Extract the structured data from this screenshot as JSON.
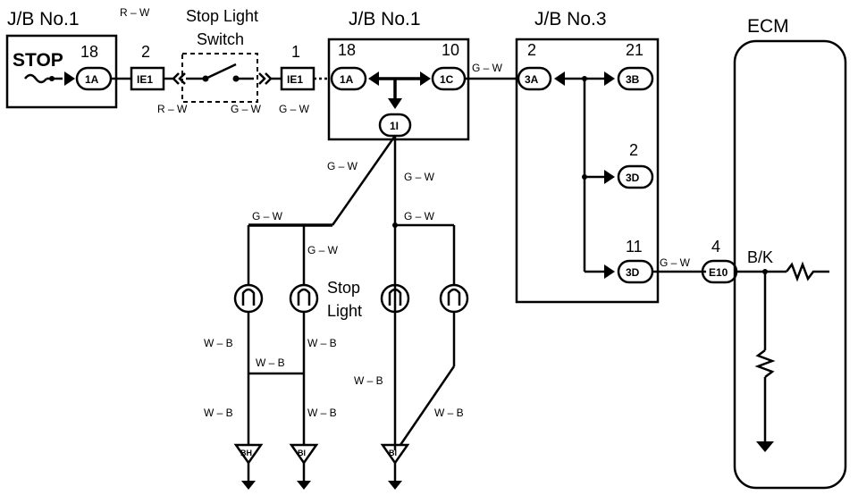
{
  "jb_left": {
    "title": "J/B No.1",
    "stop_label": "STOP",
    "pin": "18",
    "connector": "1A"
  },
  "e1_left": {
    "pin": "2",
    "connector": "IE1"
  },
  "switch": {
    "title_line1": "Stop Light",
    "title_line2": "Switch"
  },
  "e1_right": {
    "pin": "1",
    "connector": "IE1"
  },
  "jb_center": {
    "title": "J/B No.1",
    "pin_in": "18",
    "conn_in": "1A",
    "pin_out": "10",
    "conn_out": "1C",
    "conn_bottom": "1I"
  },
  "jb3": {
    "title": "J/B No.3",
    "pin_in": "2",
    "conn_in": "3A",
    "pin_b": "21",
    "conn_b": "3B",
    "pin_d1": "2",
    "conn_d1": "3D",
    "pin_d2": "11",
    "conn_d2": "3D"
  },
  "ecm": {
    "title": "ECM",
    "pin": "4",
    "connector": "E10",
    "terminal": "B/K"
  },
  "wires": {
    "rw_top": "R – W",
    "rw_bottom": "R – W",
    "gw_sw_right": "G – W",
    "gw_e1_right": "G – W",
    "gw_jb1_jb3": "G – W",
    "gw_diag": "G – W",
    "gw_vert": "G – W",
    "gw_left_bus": "G – W",
    "gw_left_drop": "G – W",
    "gw_right_bus": "G – W",
    "gw_ecm": "G – W",
    "wb_1": "W – B",
    "wb_2": "W – B",
    "wb_3": "W – B",
    "wb_4": "W – B",
    "wb_5": "W – B",
    "wb_6": "W – B",
    "wb_7": "W – B"
  },
  "stop_light_label": {
    "line1": "Stop",
    "line2": "Light"
  },
  "grounds": [
    "BH",
    "BI",
    "BI"
  ]
}
